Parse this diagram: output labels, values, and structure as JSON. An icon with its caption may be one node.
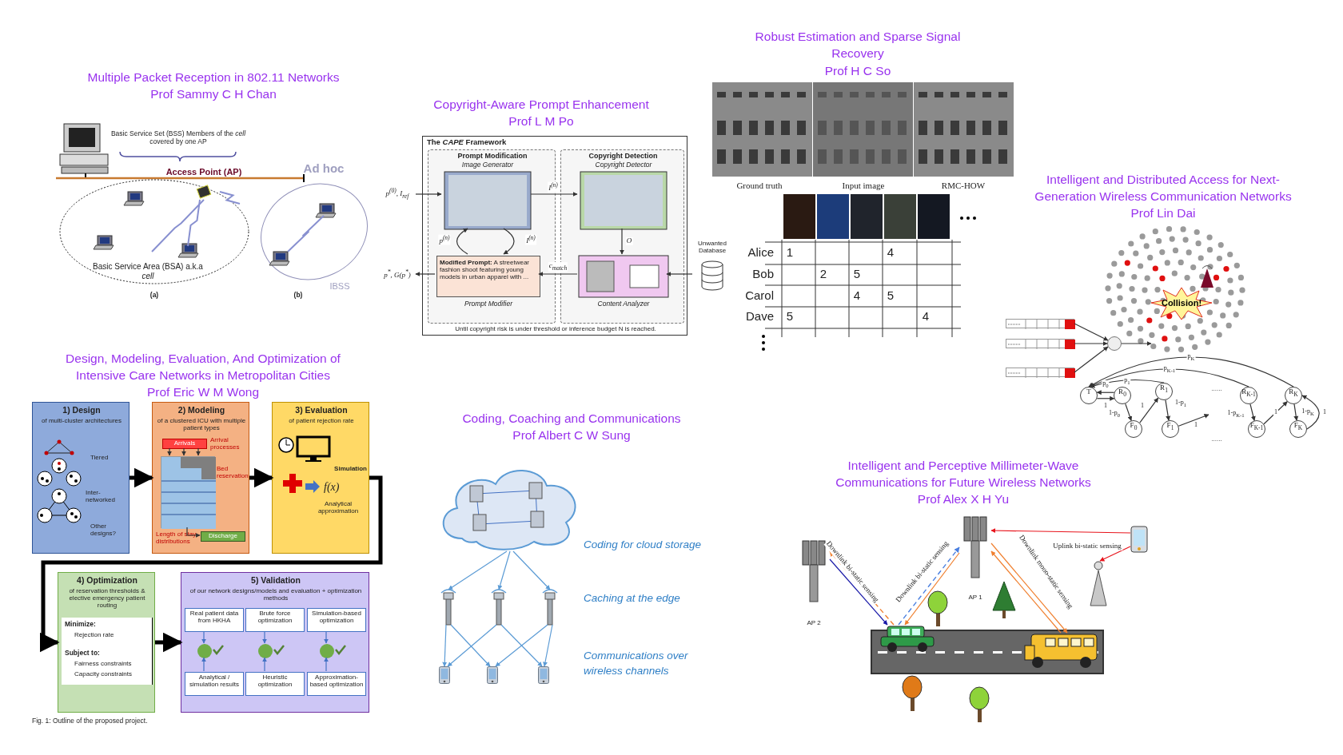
{
  "diagram": {
    "nodes": [
      {
        "text": [
          "The *CAPE* Framework",
          "Until copyright risk is under threshold or inference budget N is reached."
        ]
      },
      {
        "text": [
          "Prompt Modification"
        ],
        "in": 0
      },
      {
        "text": [
          "Copyright Detection"
        ],
        "in": 0
      },
      {
        "text": [
          "Image Generator"
        ],
        "in": 1
      },
      {
        "text": [
          "**Modified Prompt:** A streetwear fashion shoot featuring young models in urban apparel with ...",
          "Prompt Modifier"
        ],
        "in": 1
      },
      {
        "text": [
          "Copyright Detector"
        ],
        "in": 2
      },
      {
        "text": [
          "Content Analyzer"
        ],
        "in": 2
      },
      {
        "text": [
          "Unwanted Database"
        ]
      },
      {
        "text": [],
        "shape": "box"
      },
      {
        "text": [],
        "shape": "box"
      },
      {
        "text": [],
        "shape": "box"
      },
      {
        "text": [],
        "shape": "circle"
      },
      {
        "text": [
          "Collision!"
        ]
      },
      {
        "text": [
          "T"
        ]
      },
      {
        "text": [
          "R$_{0}$"
        ]
      },
      {
        "text": [
          "R$_{1}$"
        ]
      },
      {
        "text": [
          "R$_{K-1}$"
        ]
      },
      {
        "text": [
          "R$_{K}$"
        ]
      },
      {
        "text": [
          "F$_{0}$"
        ]
      },
      {
        "text": [
          "F$_{1}$"
        ]
      },
      {
        "text": [
          "F$_{K-1}$"
        ]
      },
      {
        "text": [
          "F$_{K}$"
        ]
      },
      {
        "text": [
          "1) Design",
          "of multi-cluster architectures",
          "Tiered",
          "Inter-networked",
          "Other designs?"
        ]
      },
      {
        "text": [
          "2) Modeling",
          "of a clustered ICU with multiple patient types",
          "Arrival processes",
          "Bed reservation",
          "Length of stay distributions"
        ]
      },
      {
        "text": [
          "Arrivals"
        ],
        "in": 23
      },
      {
        "text": [],
        "shape": "box",
        "in": 23
      },
      {
        "text": [
          "Discharge"
        ],
        "in": 23
      },
      {
        "text": [
          "3) Evaluation",
          "of patient rejection rate",
          "Simulation",
          "f(x)",
          "Analytical approximation"
        ]
      },
      {
        "text": [
          "4) Optimization",
          "of reservation thresholds & elective emergency patient routing"
        ]
      },
      {
        "text": [
          "Minimize:",
          "Rejection rate",
          "Subject to:",
          "Fairness constraints",
          "Capacity constraints"
        ],
        "in": 28
      },
      {
        "text": [
          "5) Validation",
          "of our network designs/models and evaluation + optimization methods"
        ]
      },
      {
        "text": [
          "Real patient data from HKHA"
        ],
        "in": 30
      },
      {
        "text": [
          "Brute force optimization"
        ],
        "in": 30
      },
      {
        "text": [
          "Simulation-based optimization"
        ],
        "in": 30
      },
      {
        "text": [],
        "shape": "circle",
        "in": 30
      },
      {
        "text": [],
        "shape": "circle",
        "in": 30
      },
      {
        "text": [],
        "shape": "circle",
        "in": 30
      },
      {
        "text": [
          "Analytical / simulation results"
        ],
        "in": 30
      },
      {
        "text": [
          "Heuristic optimization"
        ],
        "in": 30
      },
      {
        "text": [
          "Approximation-based optimization"
        ],
        "in": 30
      },
      {
        "text": [],
        "shape": "cloud"
      },
      {
        "text": [],
        "shape": "picture"
      },
      {
        "text": [],
        "shape": "picture"
      },
      {
        "text": [],
        "shape": "picture"
      },
      {
        "text": [],
        "shape": "picture"
      },
      {
        "text": [],
        "shape": "picture"
      },
      {
        "text": [],
        "shape": "picture"
      },
      {
        "text": [],
        "shape": "picture",
        "beside": [
          "AP 2"
        ]
      },
      {
        "text": [],
        "shape": "picture",
        "beside": [
          "AP 1"
        ]
      },
      {
        "text": [],
        "shape": "picture"
      },
      {
        "text": [],
        "shape": "picture"
      },
      {
        "text": [],
        "shape": "picture"
      },
      {
        "text": [],
        "shape": "picture"
      }
    ],
    "edges": [
      {
        "from": null,
        "to": 3,
        "arrow": "to",
        "label": "p$^{(0)}$, I$_{ref}$"
      },
      {
        "from": 3,
        "to": 5,
        "arrow": "to",
        "label": "I$^{(n)}$"
      },
      {
        "from": 4,
        "to": 3,
        "arrow": "to",
        "label": "p$^{(n)}$"
      },
      {
        "from": 3,
        "to": 4,
        "arrow": "to",
        "label": "I$^{(n)}$"
      },
      {
        "from": 5,
        "to": 6,
        "arrow": "to",
        "label": "O"
      },
      {
        "from": 7,
        "to": 6,
        "arrow": "to"
      },
      {
        "from": 6,
        "to": 4,
        "arrow": "to",
        "label": "c$_{match}$"
      },
      {
        "from": 4,
        "to": null,
        "arrow": "to",
        "label": "p$^{*}$, G(p$^{*}$)"
      },
      {
        "from": 8,
        "to": 11,
        "arrow": "to"
      },
      {
        "from": 9,
        "to": 11,
        "arrow": "to"
      },
      {
        "from": 10,
        "to": 11,
        "arrow": "to"
      },
      {
        "from": 11,
        "to": null,
        "arrow": "to"
      },
      {
        "from": 13,
        "to": 14,
        "arrow": "to",
        "label": "1"
      },
      {
        "from": 14,
        "to": 13,
        "arrow": "to",
        "label": "p$_{0}$"
      },
      {
        "from": 14,
        "to": 18,
        "arrow": "to",
        "label": "1-p$_{0}$"
      },
      {
        "from": 18,
        "to": 15,
        "arrow": "to",
        "label": "1"
      },
      {
        "from": 15,
        "to": 19,
        "arrow": "to",
        "label": "1-p$_{1}$"
      },
      {
        "from": 19,
        "to": null,
        "arrow": "to",
        "label": "1"
      },
      {
        "from": 16,
        "to": 20,
        "arrow": "to",
        "label": "1-p$_{K-1}$"
      },
      {
        "from": 20,
        "to": 17,
        "arrow": "to",
        "label": "1"
      },
      {
        "from": 17,
        "to": 21,
        "arrow": "to",
        "label": "1-p$_{K}$"
      },
      {
        "from": 21,
        "to": 17,
        "arrow": "to",
        "label": "1"
      },
      {
        "from": 15,
        "to": 13,
        "arrow": "to",
        "label": "p$_{1}$"
      },
      {
        "from": 16,
        "to": 13,
        "arrow": "to",
        "label": "p$_{K-1}$"
      },
      {
        "from": 17,
        "to": 13,
        "arrow": "to",
        "label": "p$_{K}$"
      },
      {
        "from": 22,
        "to": 23,
        "arrow": "to",
        "style": "thick",
        "color": "#000000"
      },
      {
        "from": 23,
        "to": 27,
        "arrow": "to",
        "style": "thick",
        "color": "#000000"
      },
      {
        "from": 27,
        "to": 28,
        "arrow": "to",
        "style": "thick",
        "color": "#000000"
      },
      {
        "from": 28,
        "to": 30,
        "arrow": "to",
        "style": "thick",
        "color": "#000000"
      },
      {
        "from": 24,
        "to": 25,
        "arrow": "to"
      },
      {
        "from": 24,
        "to": 25,
        "arrow": "to"
      },
      {
        "from": 24,
        "to": 25,
        "arrow": "to"
      },
      {
        "from": 25,
        "to": 26,
        "arrow": "to"
      },
      {
        "from": 31,
        "to": 34,
        "arrow": "to",
        "color": "#4472c4"
      },
      {
        "from": 37,
        "to": 34,
        "arrow": "to",
        "color": "#4472c4"
      },
      {
        "from": 32,
        "to": 35,
        "arrow": "to",
        "color": "#4472c4"
      },
      {
        "from": 38,
        "to": 35,
        "arrow": "to",
        "color": "#4472c4"
      },
      {
        "from": 33,
        "to": 36,
        "arrow": "to",
        "color": "#4472c4"
      },
      {
        "from": 39,
        "to": 36,
        "arrow": "to",
        "color": "#4472c4"
      },
      {
        "from": 40,
        "to": 41,
        "arrow": "to",
        "color": "#5b9bd5"
      },
      {
        "from": 40,
        "to": 42,
        "arrow": "to",
        "color": "#5b9bd5"
      },
      {
        "from": 40,
        "to": 43,
        "arrow": "to",
        "color": "#5b9bd5"
      },
      {
        "from": 41,
        "to": 44,
        "arrow": "to",
        "color": "#5b9bd5"
      },
      {
        "from": 41,
        "to": 45,
        "arrow": "to",
        "color": "#5b9bd5"
      },
      {
        "from": 42,
        "to": 44,
        "arrow": "to",
        "color": "#5b9bd5"
      },
      {
        "from": 42,
        "to": 46,
        "arrow": "to",
        "color": "#5b9bd5"
      },
      {
        "from": 43,
        "to": 45,
        "arrow": "to",
        "color": "#5b9bd5"
      },
      {
        "from": 43,
        "to": 46,
        "arrow": "to",
        "color": "#5b9bd5"
      },
      {
        "from": 47,
        "to": 49,
        "arrow": "to",
        "color": "#1a1aa8",
        "label": "Downlink bi-static sensing"
      },
      {
        "from": 49,
        "to": 47,
        "arrow": "to",
        "style": "dashed",
        "color": "#f08030"
      },
      {
        "from": 49,
        "to": 48,
        "arrow": "to",
        "style": "dashed",
        "color": "#4a7fe0",
        "label": "Downlink bi-static sensing"
      },
      {
        "from": 48,
        "to": 49,
        "arrow": "to",
        "color": "#f08030"
      },
      {
        "from": 48,
        "to": 50,
        "arrow": "to",
        "color": "#f08030",
        "label": "Downlink mono-static sensing"
      },
      {
        "from": 50,
        "to": 48,
        "arrow": "to",
        "color": "#f08030"
      },
      {
        "from": 51,
        "to": 48,
        "arrow": "to",
        "color": "#e8141c",
        "label": "Uplink bi-static sensing"
      },
      {
        "from": 51,
        "to": 52,
        "arrow": "to",
        "color": "#e8141c"
      }
    ],
    "labels": [
      "Multiple Packet Reception in 802.11 Networks",
      "Prof Sammy C H Chan",
      "Basic Service Set (BSS) Members of the *cell* covered by one AP",
      "Access Point (AP)",
      "Ad hoc",
      "Basic Service Area (BSA) a.k.a *cell*",
      "IBSS",
      "(a)",
      "(b)",
      "Copyright-Aware Prompt Enhancement",
      "Prof L M Po",
      "Robust Estimation and Sparse Signal Recovery",
      "Prof H C So",
      "Ground truth",
      "Input image",
      "RMC-HOW",
      "Alice",
      "1",
      "4",
      "Bob",
      "2",
      "5",
      "Carol",
      "4",
      "5",
      "Dave",
      "5",
      "4",
      "Intelligent and Distributed Access for Next-Generation Wireless Communication Networks",
      "Prof Lin Dai",
      "......",
      "......",
      "Design, Modeling, Evaluation, And Optimization of Intensive Care Networks in Metropolitan Cities",
      "Prof Eric W M Wong",
      "Fig. 1: Outline of the proposed project.",
      "Coding, Coaching and Communications",
      "Prof Albert C W Sung",
      "Coding for cloud storage",
      "Caching at the edge",
      "Communications over wireless channels",
      "Intelligent and Perceptive Millimeter-Wave Communications for Future Wireless Networks",
      "Prof Alex X H Yu"
    ]
  }
}
